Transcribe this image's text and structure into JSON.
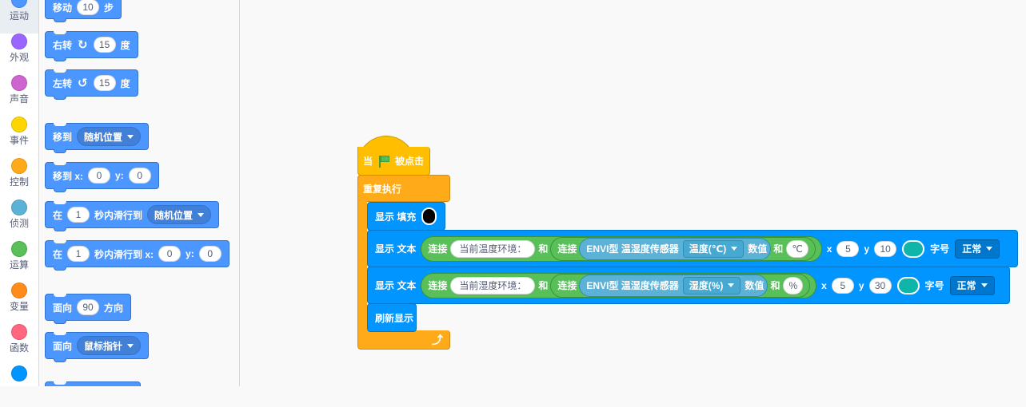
{
  "categories": [
    {
      "label": "运动",
      "color": "#4c97ff"
    },
    {
      "label": "外观",
      "color": "#9966ff"
    },
    {
      "label": "声音",
      "color": "#cf63cf"
    },
    {
      "label": "事件",
      "color": "#ffd500"
    },
    {
      "label": "控制",
      "color": "#ffab19"
    },
    {
      "label": "侦测",
      "color": "#5cb1d6"
    },
    {
      "label": "运算",
      "color": "#59c059"
    },
    {
      "label": "变量",
      "color": "#ff8c1a"
    },
    {
      "label": "函数",
      "color": "#ff6680"
    },
    {
      "label": "",
      "color": "#0095ff"
    }
  ],
  "palette": {
    "move": {
      "pre": "移动",
      "value": "10",
      "post": "步"
    },
    "turn_right": {
      "pre": "右转",
      "icon": "↻",
      "value": "15",
      "post": "度"
    },
    "turn_left": {
      "pre": "左转",
      "icon": "↺",
      "value": "15",
      "post": "度"
    },
    "goto": {
      "pre": "移到",
      "option": "随机位置"
    },
    "goto_xy": {
      "pre": "移到 x:",
      "x": "0",
      "y_label": "y:",
      "y": "0"
    },
    "glide": {
      "pre": "在",
      "value": "1",
      "mid": "秒内滑行到",
      "option": "随机位置"
    },
    "glide_xy": {
      "pre": "在",
      "value": "1",
      "mid": "秒内滑行到 x:",
      "x": "0",
      "y_label": "y:",
      "y": "0"
    },
    "point_dir": {
      "pre": "面向",
      "value": "90",
      "post": "方向"
    },
    "point_towards": {
      "pre": "面向",
      "option": "鼠标指针"
    }
  },
  "script": {
    "hat": {
      "pre": "当",
      "post": "被点击"
    },
    "forever": {
      "label": "重复执行"
    },
    "fill": {
      "label": "显示 填充",
      "color": "#000000"
    },
    "text_rows": [
      {
        "label": "显示 文本",
        "join1": "连接",
        "text1": "当前温度环境：",
        "and1": "和",
        "join2": "连接",
        "sensor": "ENVI型 温湿度传感器",
        "option": "温度(℃)",
        "value_label": "数值",
        "and2": "和",
        "text2": "℃",
        "x_label": "x",
        "x": "5",
        "y_label": "y",
        "y": "10",
        "color": "#0fb5a8",
        "size_label": "字号",
        "size": "正常"
      },
      {
        "label": "显示 文本",
        "join1": "连接",
        "text1": "当前湿度环境：",
        "and1": "和",
        "join2": "连接",
        "sensor": "ENVI型 温湿度传感器",
        "option": "湿度(%)",
        "value_label": "数值",
        "and2": "和",
        "text2": "%",
        "x_label": "x",
        "x": "5",
        "y_label": "y",
        "y": "30",
        "color": "#0fb5a8",
        "size_label": "字号",
        "size": "正常"
      }
    ],
    "refresh": {
      "label": "刷新显示"
    }
  }
}
